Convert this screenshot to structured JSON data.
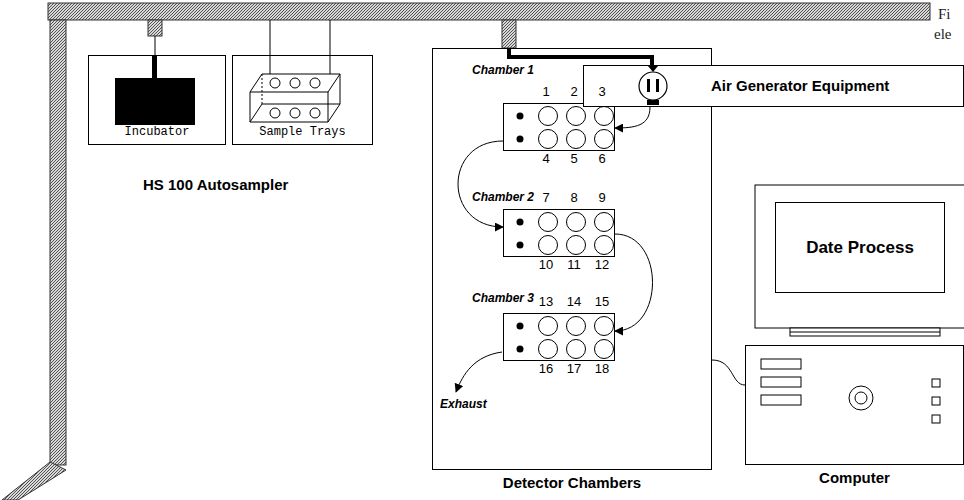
{
  "diagram": {
    "nodes": [
      {
        "text": [
          "Incubator"
        ]
      },
      {
        "text": [
          "Sample Trays"
        ]
      },
      {
        "text": [
          "Detector Chambers"
        ]
      },
      {
        "text": [
          "Chamber 1"
        ],
        "in": 2
      },
      {
        "text": [
          "Air Generator Equipment"
        ]
      },
      {
        "text": [
          "Chamber 2"
        ],
        "in": 2
      },
      {
        "text": [
          "Chamber 3"
        ],
        "in": 2
      },
      {
        "text": [
          "Computer"
        ]
      },
      {
        "text": [
          "Date Process"
        ]
      }
    ],
    "edges": [
      {
        "from": 4,
        "to": 3,
        "arrow": "to"
      },
      {
        "from": 3,
        "to": 5,
        "arrow": "to"
      },
      {
        "from": 5,
        "to": 6,
        "arrow": "to"
      },
      {
        "from": 2,
        "to": 7,
        "arrow": "none"
      }
    ],
    "labels": [
      "HS 100 Autosampler",
      "1",
      "2",
      "3",
      "4",
      "5",
      "6",
      "7",
      "8",
      "9",
      "10",
      "11",
      "12",
      "13",
      "14",
      "15",
      "16",
      "17",
      "18",
      "Exhaust",
      "Fi",
      "ele"
    ]
  }
}
